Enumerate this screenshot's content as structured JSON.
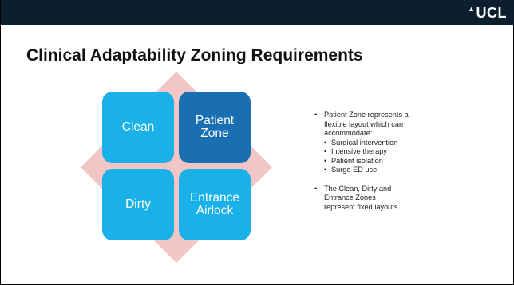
{
  "logo": {
    "mark": "▲",
    "text": "UCL"
  },
  "title": "Clinical Adaptability Zoning Requirements",
  "zones": [
    {
      "label": "Clean",
      "color": "#1ab0e8"
    },
    {
      "label": "Patient Zone",
      "line1": "Patient",
      "line2": "Zone",
      "color": "#1a6fb3"
    },
    {
      "label": "Dirty",
      "color": "#1ab0e8"
    },
    {
      "label": "Entrance Airlock",
      "line1": "Entrance",
      "line2": "Airlock",
      "color": "#1ab0e8"
    }
  ],
  "diamond_color": "#f2c6c6",
  "bullets": {
    "first": {
      "line1": "Patient Zone represents a",
      "line2": "flexible layout which can",
      "line3": "accommodate:",
      "sub": [
        "Surgical intervention",
        "Intensive therapy",
        "Patient isolation",
        "Surge ED use"
      ]
    },
    "second": {
      "line1": "The Clean, Dirty and",
      "line2": "Entrance Zones",
      "line3": "represent fixed layouts"
    }
  }
}
